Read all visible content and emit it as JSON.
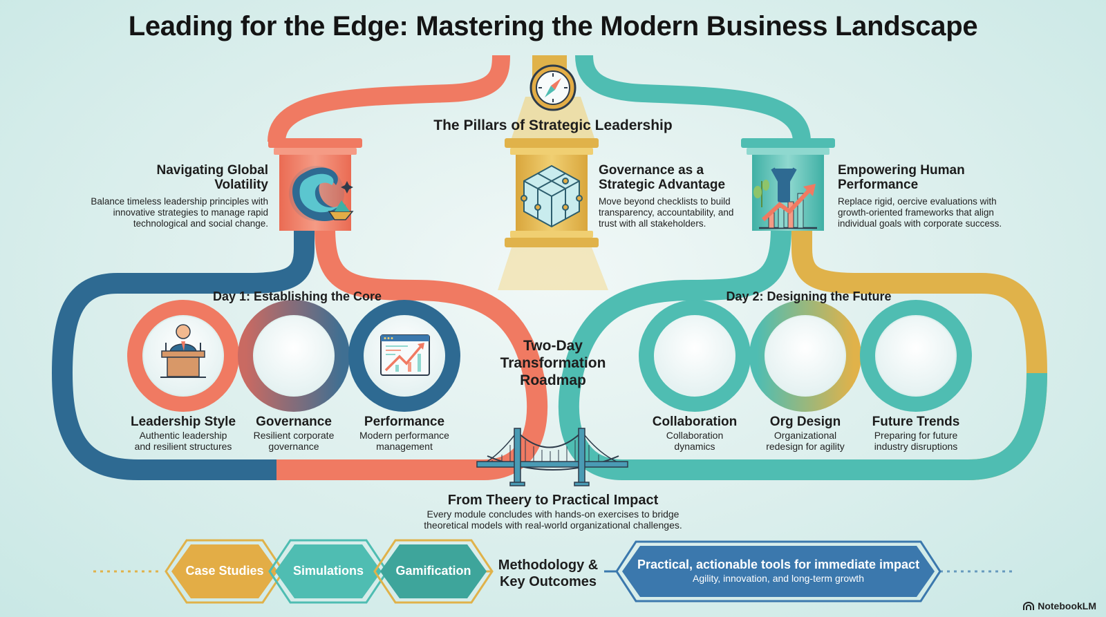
{
  "title": "Leading for the Edge: Mastering the Modern Business Landscape",
  "pillars": {
    "heading": "The Pillars of Strategic Leadership",
    "top_icon": "compass-icon",
    "items": [
      {
        "title_line1": "Navigating Global",
        "title_line2": "Volatility",
        "desc": [
          "Balance timeless leadership principles with",
          "innovative strategies to manage rapid",
          "technological and social change."
        ],
        "icon": "wave-icon",
        "color": "#f07a62"
      },
      {
        "title_line1": "Governance as a",
        "title_line2": "Strategic Advantage",
        "desc": [
          "Move beyond checklists to build",
          "transparency, accountability, and",
          "trust with all stakeholders."
        ],
        "icon": "crystal-cube-icon",
        "color": "#e0b24a"
      },
      {
        "title_line1": "Empowering Human",
        "title_line2": "Performance",
        "desc": [
          "Replace rigid, oercive evaluations with",
          "growth-oriented frameworks that align",
          "individual goals with corporate success."
        ],
        "icon": "growth-chart-person-icon",
        "color": "#4fbdb2"
      }
    ]
  },
  "roadmap": {
    "center_line1": "Two-Day",
    "center_line2": "Transformation",
    "center_line3": "Roadmap",
    "day1": {
      "heading": "Day 1: Establishing the Core",
      "modules": [
        {
          "title": "Leadership Style",
          "desc1": "Authentic leadership",
          "desc2": "and resilient structures",
          "icon": "speaker-podium-icon",
          "color": "#f07a62"
        },
        {
          "title": "Governance",
          "desc1": "Resilient corporate",
          "desc2": "governance",
          "icon": "",
          "color": "#6d6a82"
        },
        {
          "title": "Performance",
          "desc1": "Modern performance",
          "desc2": "management",
          "icon": "dashboard-chart-icon",
          "color": "#2e6a92"
        }
      ]
    },
    "day2": {
      "heading": "Day 2: Designing the Future",
      "modules": [
        {
          "title": "Collaboration",
          "desc1": "Collaboration",
          "desc2": "dynamics",
          "icon": "",
          "color": "#4fbdb2"
        },
        {
          "title": "Org Design",
          "desc1": "Organizational",
          "desc2": "redesign for agility",
          "icon": "",
          "color": "#e0b24a"
        },
        {
          "title": "Future Trends",
          "desc1": "Preparing for future",
          "desc2": "industry disruptions",
          "icon": "",
          "color": "#4fbdb2"
        }
      ]
    }
  },
  "impact": {
    "icon": "bridge-icon",
    "heading": "From Theery to Practical Impact",
    "desc1": "Every module concludes with hands-on exercises to bridge",
    "desc2": "theoretical models with real-world organizational challenges."
  },
  "methodology": {
    "heading_line1": "Methodology &",
    "heading_line2": "Key Outcomes",
    "methods": [
      {
        "label": "Case Studies",
        "color": "#e3ad46"
      },
      {
        "label": "Simulations",
        "color": "#4fbdb2"
      },
      {
        "label": "Gamification",
        "color": "#3ea59b"
      }
    ],
    "outcome": {
      "title": "Practical, actionable tools for immediate impact",
      "subtitle": "Agility, innovation, and long-term growth",
      "color": "#3b78ad"
    }
  },
  "branding": {
    "label": "NotebookLM"
  },
  "colors": {
    "coral": "#f07a62",
    "gold": "#e0b24a",
    "teal": "#4fbdb2",
    "navy": "#2e6a92",
    "blue": "#3b78ad"
  }
}
